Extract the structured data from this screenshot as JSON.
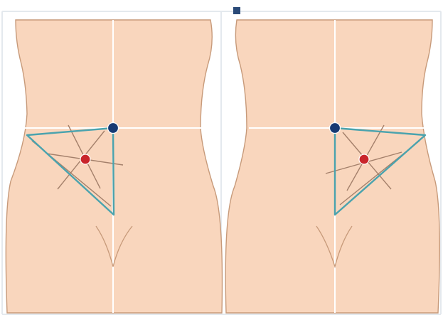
{
  "colors": {
    "background": "#ffffff",
    "frame": "#e4e9ee",
    "skin": "#f9d6bd",
    "outline": "#c79a7a",
    "crosshair": "#ffffff",
    "triangle": "#4aa3ae",
    "rays": "#a4806b",
    "centroid_fill": "#c9252b",
    "navel_fill": "#173a73",
    "top_marker": "#2a4a78"
  },
  "icons": {
    "navel": "navy-dot",
    "centroid": "red-dot",
    "top_marker": "small-navy-square"
  },
  "panels": [
    {
      "side": "left"
    },
    {
      "side": "right"
    }
  ]
}
